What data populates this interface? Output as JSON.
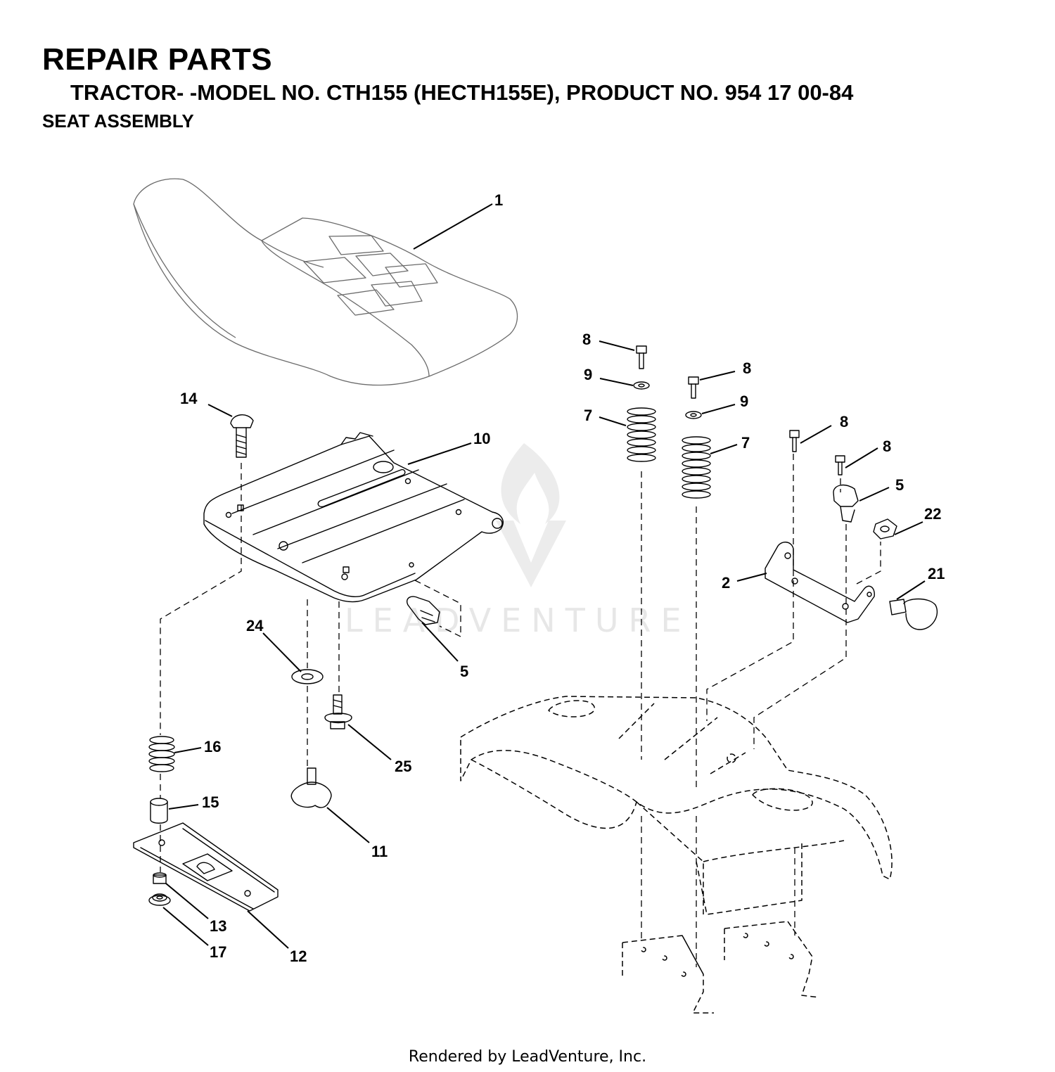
{
  "header": {
    "title": "REPAIR PARTS",
    "subtitle": "TRACTOR- -MODEL NO. CTH155 (HECTH155E), PRODUCT NO. 954 17 00-84",
    "section": "SEAT ASSEMBLY"
  },
  "watermark": {
    "brand_text": "LEADVENTURE"
  },
  "callouts": {
    "c1": "1",
    "c2": "2",
    "c5a": "5",
    "c5b": "5",
    "c7a": "7",
    "c7b": "7",
    "c8a": "8",
    "c8b": "8",
    "c8c": "8",
    "c8d": "8",
    "c9a": "9",
    "c9b": "9",
    "c10": "10",
    "c11": "11",
    "c12": "12",
    "c13": "13",
    "c14": "14",
    "c15": "15",
    "c16": "16",
    "c17": "17",
    "c21": "21",
    "c22": "22",
    "c24": "24",
    "c25": "25"
  },
  "footer": {
    "text": "Rendered by LeadVenture, Inc."
  }
}
